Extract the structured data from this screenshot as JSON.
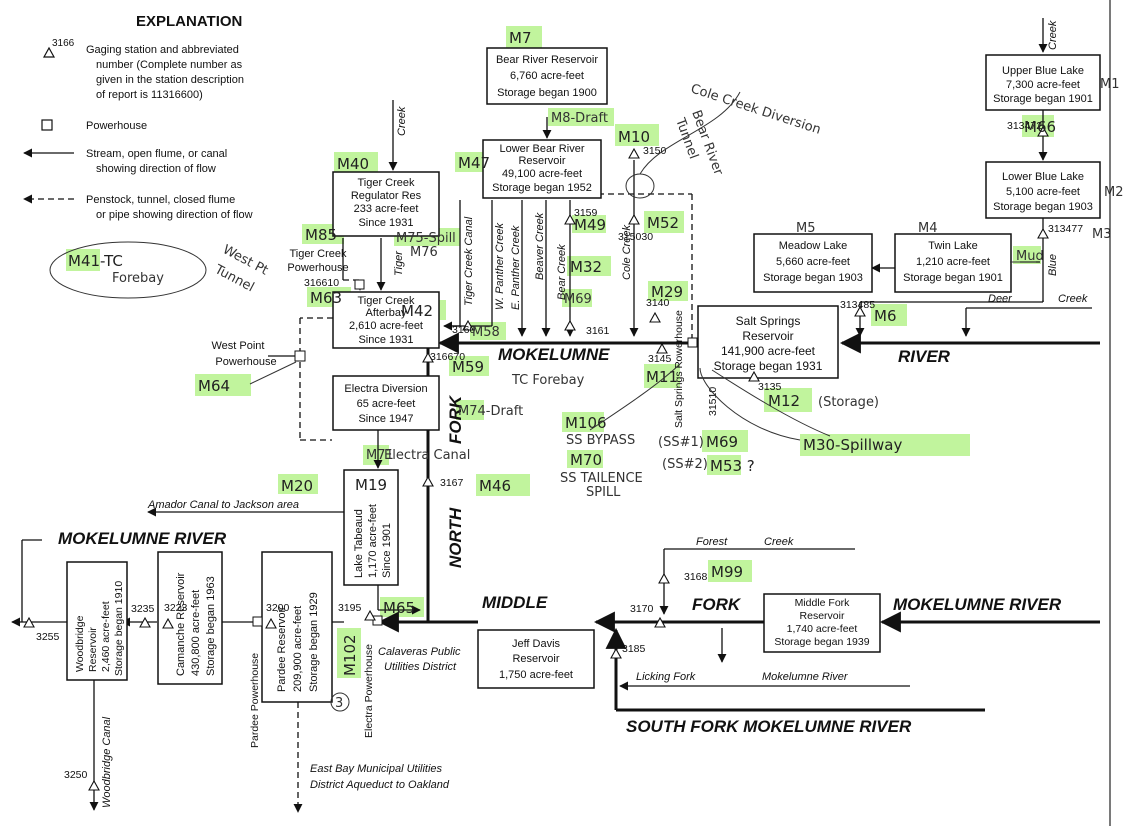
{
  "explanation": {
    "title": "EXPLANATION",
    "gage_code": "3166",
    "gage_text": [
      "Gaging station and abbreviated",
      "number (Complete number as",
      "given in the station description",
      "of report is 11316600)"
    ],
    "powerhouse_text": "Powerhouse",
    "stream_text": [
      "Stream, open flume, or canal",
      "showing direction of flow"
    ],
    "penstock_text": [
      "Penstock, tunnel, closed flume",
      "or pipe showing direction of flow"
    ]
  },
  "reservoirs": {
    "bear_river": [
      "Bear River Reservoir",
      "6,760 acre-feet",
      "Storage began 1900"
    ],
    "lower_bear_river": [
      "Lower Bear River",
      "Reservoir",
      "49,100 acre-feet",
      "Storage began 1952"
    ],
    "tiger_creek_regulator": [
      "Tiger Creek",
      "Regulator Res",
      "233 acre-feet",
      "Since 1931"
    ],
    "tiger_creek_afterbay": [
      "Tiger Creek",
      "Afterbay",
      "2,610 acre-feet",
      "Since 1931"
    ],
    "electra_diversion": [
      "Electra Diversion",
      "65 acre-feet",
      "Since 1947"
    ],
    "upper_blue_lake": [
      "Upper Blue Lake",
      "7,300 acre-feet",
      "Storage began 1901"
    ],
    "lower_blue_lake": [
      "Lower Blue Lake",
      "5,100 acre-feet",
      "Storage began 1903"
    ],
    "meadow_lake": [
      "Meadow Lake",
      "5,660 acre-feet",
      "Storage began 1903"
    ],
    "twin_lake": [
      "Twin Lake",
      "1,210 acre-feet",
      "Storage began 1901"
    ],
    "salt_springs": [
      "Salt Springs",
      "Reservoir",
      "141,900 acre-feet",
      "Storage began 1931"
    ],
    "lake_tabeaud": [
      "Lake Tabeaud",
      "1,170 acre-feet",
      "Since 1901"
    ],
    "pardee": [
      "Pardee Reservoir",
      "209,900 acre-feet",
      "Storage began 1929"
    ],
    "camanche": [
      "Camanche Reservoir",
      "430,800 acre-feet",
      "Storage began 1963"
    ],
    "woodbridge": [
      "Woodbridge",
      "Reservoir",
      "2,460 acre-feet",
      "Storage began 1910"
    ],
    "jeff_davis": [
      "Jeff Davis",
      "Reservoir",
      "1,750 acre-feet"
    ],
    "middle_fork": [
      "Middle Fork",
      "Reservoir",
      "1,740 acre-feet",
      "Storage began 1939"
    ]
  },
  "powerhouses": {
    "tiger_creek": [
      "Tiger Creek",
      "Powerhouse"
    ],
    "west_point": [
      "West Point",
      "Powerhouse"
    ],
    "salt_springs": "Salt Springs Powerhouse",
    "electra": "Electra Powerhouse",
    "pardee": "Pardee Powerhouse"
  },
  "rivers": {
    "mokelumne": "MOKELUMNE",
    "river": "RIVER",
    "north": "NORTH",
    "fork": "FORK",
    "middle": "MIDDLE",
    "middle_fork_label": "FORK",
    "mokelumne_river_east": "MOKELUMNE RIVER",
    "mokelumne_river_west": "MOKELUMNE RIVER",
    "south_fork": "SOUTH FORK MOKELUMNE RIVER"
  },
  "tributaries": {
    "creek_top": "Creek",
    "tiger": "Tiger",
    "tiger_creek_canal": "Tiger Creek Canal",
    "w_panther": "W. Panther Creek",
    "e_panther": "E. Panther Creek",
    "beaver": "Beaver Creek",
    "bear": "Bear Creek",
    "cole": "Cole Creek",
    "creek_upper_right": "Creek",
    "blue": "Blue",
    "deer": "Deer",
    "creek_deer": "Creek",
    "amador_canal": "Amador Canal to Jackson area",
    "forest": "Forest",
    "forest_creek": "Creek",
    "licking_fork": "Licking Fork",
    "mokelumne_river_small": "Mokelumne River",
    "calaveras": [
      "Calaveras Public",
      "Utilities District"
    ],
    "woodbridge_canal": "Woodbridge Canal",
    "ebmud": [
      "East Bay Municipal Utilities",
      "District Aqueduct to Oakland"
    ]
  },
  "stations": [
    "3150",
    "313472",
    "313477",
    "3159",
    "315030",
    "3140",
    "3161",
    "3160",
    "316670",
    "316610",
    "3145",
    "313485",
    "3135",
    "31510",
    "3167",
    "3195",
    "3200",
    "3223",
    "3235",
    "3255",
    "3250",
    "3168",
    "3170",
    "3185"
  ],
  "annotations": {
    "m7": "M7",
    "m8": "M8-Draft",
    "m10": "M10",
    "cole_creek_diversion": "Cole Creek Diversion",
    "bear_river_tunnel": [
      "Bear River",
      "Tunnel"
    ],
    "m40": "M40",
    "m47": "M47",
    "m52": "M52",
    "m41": [
      "M41-TC",
      "Forebay"
    ],
    "west_pt_tunnel": [
      "West Pt",
      "Tunnel"
    ],
    "m85": "M85",
    "m75": "M75-Spill",
    "m76": "M76",
    "m49": "M49",
    "m32": "M32",
    "m63": "M63",
    "m42": "M42",
    "m29": "M29",
    "m69_small": "M69",
    "m58": "M58",
    "m59": "M59",
    "tc_forebay": "TC Forebay",
    "m11": "M11",
    "m64": "M64",
    "m74": "M74-Draft",
    "m106": "M106",
    "ss_bypass": "SS BYPASS",
    "m70": "M70",
    "ss_tailence": [
      "SS TAILENCE",
      "SPILL"
    ],
    "ss1": "(SS#1)",
    "m69": "M69",
    "ss2": "(SS#2)",
    "m53": "M53 ?",
    "m12": "M12",
    "storage": "(Storage)",
    "m30": "M30-Spillway",
    "m1": "M1",
    "m66": "M66",
    "m2": "M2",
    "m3": "M3",
    "m5": "M5",
    "m4": "M4",
    "m6": "M6",
    "mud": "Mud",
    "m71": "M71",
    "electra_canal": "Electra Canal",
    "m19": "M19",
    "m20": "M20",
    "m46": "M46",
    "m65": "M65",
    "m102": "M102",
    "circled_3": "3",
    "m99": "M99"
  }
}
